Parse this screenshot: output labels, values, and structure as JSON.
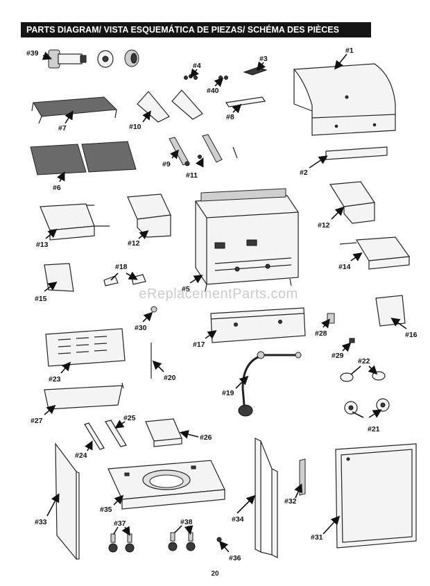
{
  "title": "PARTS DIAGRAM/ VISTA ESQUEMÁTICA DE PIEZAS/ SCHÉMA DES PIÈCES",
  "watermark": "eReplacementParts.com",
  "page_number": "20",
  "labels": {
    "p1": "#1",
    "p2": "#2",
    "p3": "#3",
    "p4": "#4",
    "p5": "#5",
    "p6": "#6",
    "p7": "#7",
    "p8": "#8",
    "p9": "#9",
    "p10": "#10",
    "p11": "#11",
    "p12a": "#12",
    "p12b": "#12",
    "p13": "#13",
    "p14": "#14",
    "p15": "#15",
    "p16": "#16",
    "p17": "#17",
    "p18": "#18",
    "p19": "#19",
    "p20": "#20",
    "p21": "#21",
    "p22": "#22",
    "p23": "#23",
    "p24": "#24",
    "p25": "#25",
    "p26": "#26",
    "p27": "#27",
    "p28": "#28",
    "p29": "#29",
    "p30": "#30",
    "p31": "#31",
    "p32": "#32",
    "p33": "#33",
    "p34": "#34",
    "p35": "#35",
    "p36": "#36",
    "p37": "#37",
    "p38": "#38",
    "p39": "#39",
    "p40": "#40"
  }
}
